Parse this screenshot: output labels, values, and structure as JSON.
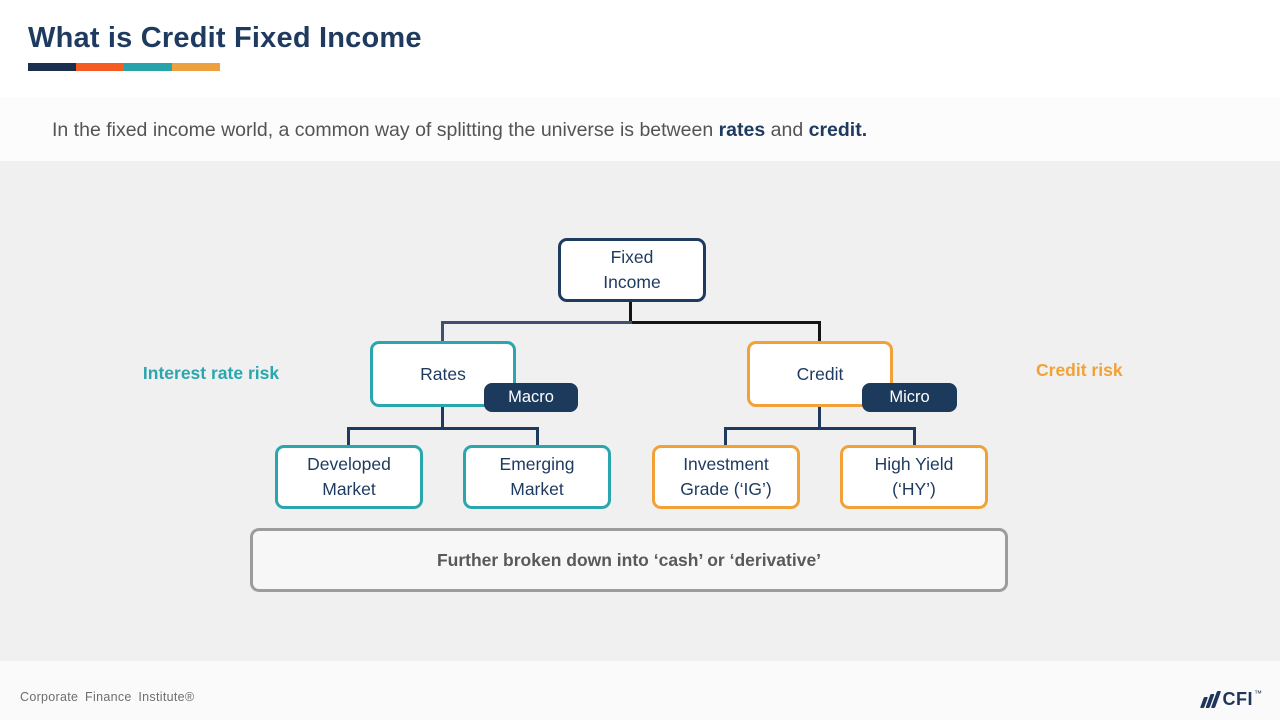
{
  "colors": {
    "navy": "#1e3a5f",
    "teal": "#2aa7ae",
    "orange": "#f2a136",
    "badge_navy": "#1c3a5c",
    "underline": [
      "#1b2f4e",
      "#f65c22",
      "#2aa2aa",
      "#eda03f"
    ]
  },
  "header": {
    "title": "What is Credit Fixed Income"
  },
  "subtitle": {
    "part1": "In the fixed income world, a common way of splitting the universe is between ",
    "bold1": "rates",
    "part2": " and ",
    "bold2": "credit."
  },
  "diagram": {
    "root_label": "Fixed\nIncome",
    "rates_label": "Rates",
    "credit_label": "Credit",
    "macro_badge": "Macro",
    "micro_badge": "Micro",
    "left_risk_label": "Interest rate risk",
    "right_risk_label": "Credit risk",
    "developed_label": "Developed\nMarket",
    "emerging_label": "Emerging\nMarket",
    "investment_label": "Investment\nGrade (‘IG’)",
    "high_yield_label": "High Yield\n(‘HY’)",
    "note_label": "Further broken down into ‘cash’ or ‘derivative’"
  },
  "footer": {
    "company": "Corporate Finance Institute®",
    "logo_text": "CFI",
    "logo_tm": "™"
  }
}
